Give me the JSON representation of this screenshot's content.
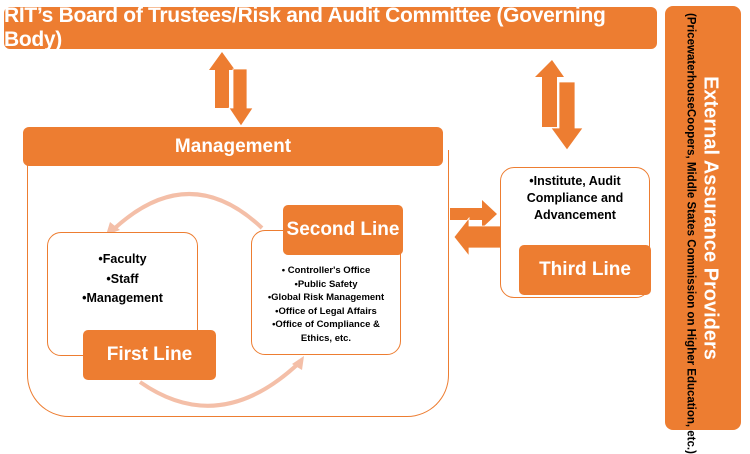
{
  "governing_body": {
    "label": "RIT’s Board of Trustees/Risk and Audit Committee (Governing Body)"
  },
  "management": {
    "label": "Management"
  },
  "first_line": {
    "label": "First Line",
    "items": [
      "•Faculty",
      "•Staff",
      "•Management"
    ]
  },
  "second_line": {
    "label": "Second Line",
    "items": [
      "• Controller's Office",
      "•Public Safety",
      "•Global Risk Management",
      "•Office of Legal Affairs",
      "•Office of Compliance &",
      "Ethics, etc."
    ]
  },
  "third_line": {
    "label": "Third Line",
    "items": [
      "•Institute, Audit",
      "Compliance and",
      "Advancement"
    ]
  },
  "external": {
    "title": "External Assurance Providers",
    "subtitle": "(PricewaterhouseCoopers,  Middle States Commission on  Higher Education, etc.)"
  },
  "colors": {
    "accent": "#ED7D31",
    "cycle_arrow": "#F4BFA8",
    "text_on_accent": "#FFFFFF",
    "body_text": "#000000"
  }
}
